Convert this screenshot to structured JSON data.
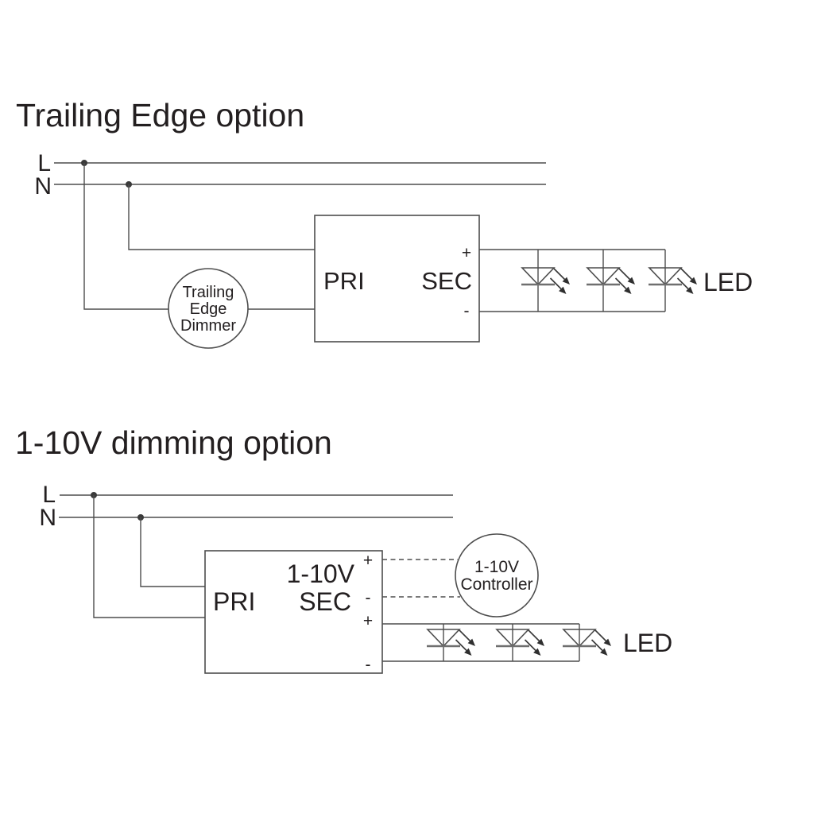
{
  "colors": {
    "background": "#ffffff",
    "line": "#4d4d4d",
    "text": "#231f20",
    "led_cathode_bar": "#6f6f6f"
  },
  "diagram1": {
    "title": "Trailing Edge option",
    "live_label": "L",
    "neutral_label": "N",
    "dimmer": {
      "line1": "Trailing",
      "line2": "Edge",
      "line3": "Dimmer"
    },
    "driver": {
      "pri": "PRI",
      "sec": "SEC",
      "out_plus": "+",
      "out_minus": "-"
    },
    "led_label": "LED"
  },
  "diagram2": {
    "title": "1-10V dimming option",
    "live_label": "L",
    "neutral_label": "N",
    "driver": {
      "pri": "PRI",
      "sec": "SEC",
      "dim_bus": "1-10V",
      "dim_plus": "+",
      "dim_minus": "-",
      "out_plus": "+",
      "out_minus": "-"
    },
    "controller": {
      "line1": "1-10V",
      "line2": "Controller"
    },
    "led_label": "LED"
  }
}
